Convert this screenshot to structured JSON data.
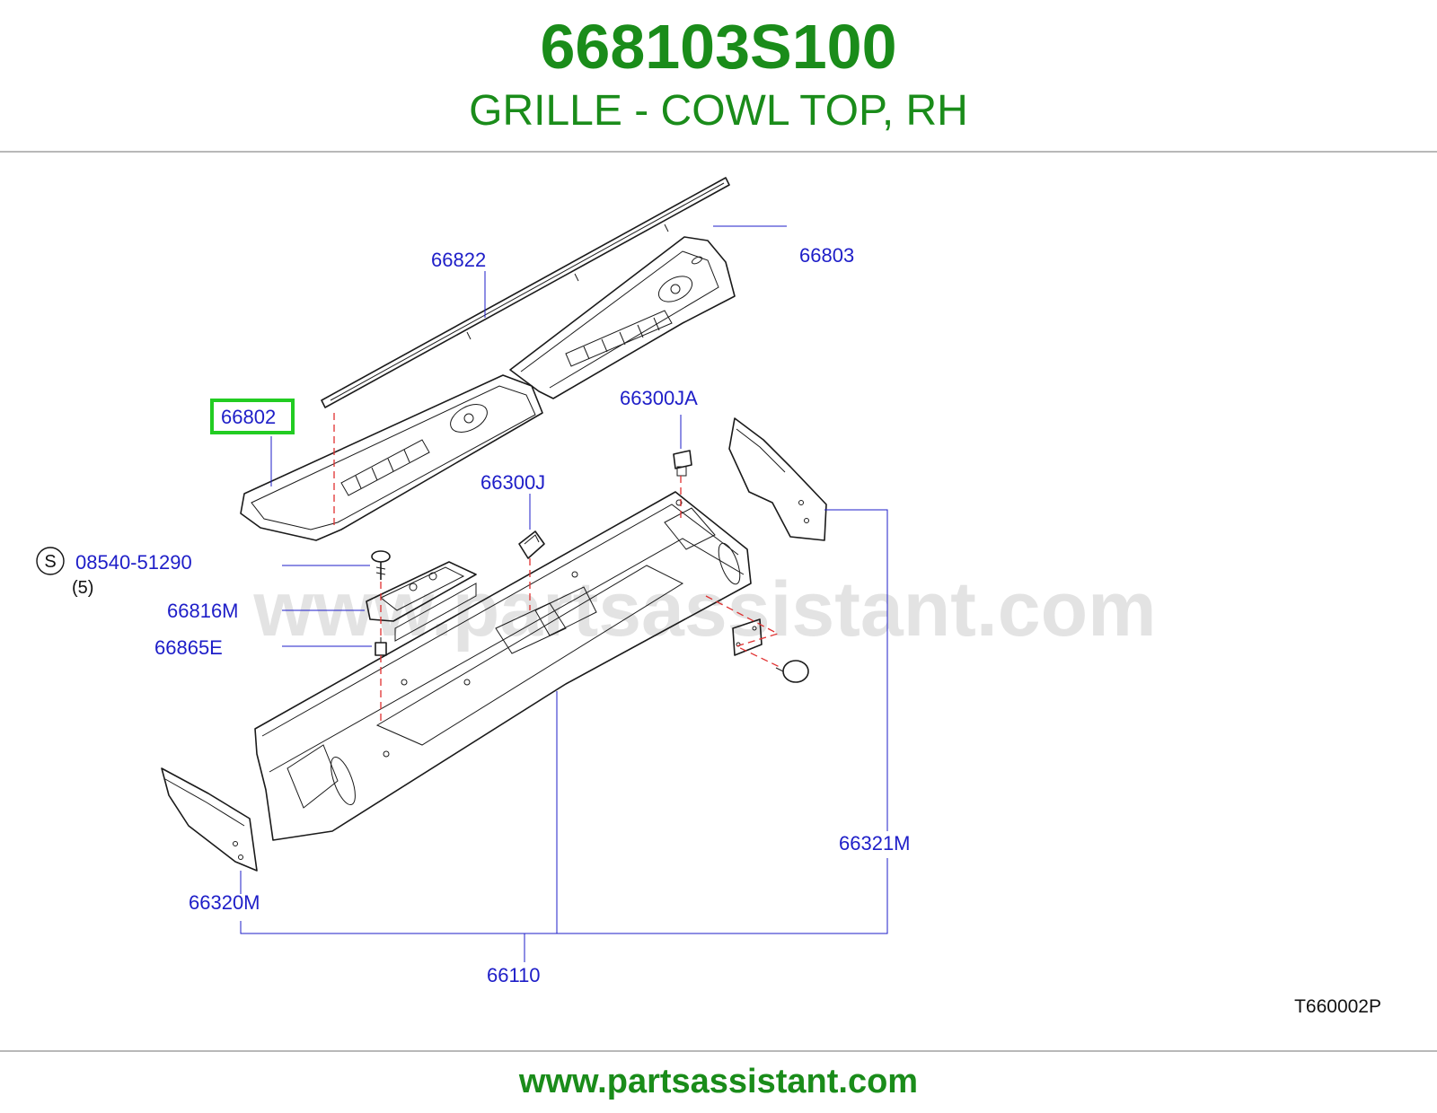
{
  "header": {
    "part_number": "668103S100",
    "part_name": "GRILLE - COWL TOP, RH"
  },
  "diagram": {
    "callouts": {
      "c66822": "66822",
      "c66803": "66803",
      "c66802": "66802",
      "c66300JA": "66300JA",
      "c66300J": "66300J",
      "c08540": "08540-51290",
      "c08540_qty": "(5)",
      "c08540_symbol": "S",
      "c66816M": "66816M",
      "c66865E": "66865E",
      "c66321M": "66321M",
      "c66320M": "66320M",
      "c66110": "66110"
    },
    "highlighted_callout": "66802",
    "watermark": "www.partsassistant.com",
    "diagram_code": "T660002P"
  },
  "footer": {
    "url": "www.partsassistant.com"
  },
  "colors": {
    "brand_green": "#1a8c1a",
    "callout_blue": "#1e1ec8",
    "highlight_green": "#22cc22",
    "leader_red": "#e03030"
  }
}
